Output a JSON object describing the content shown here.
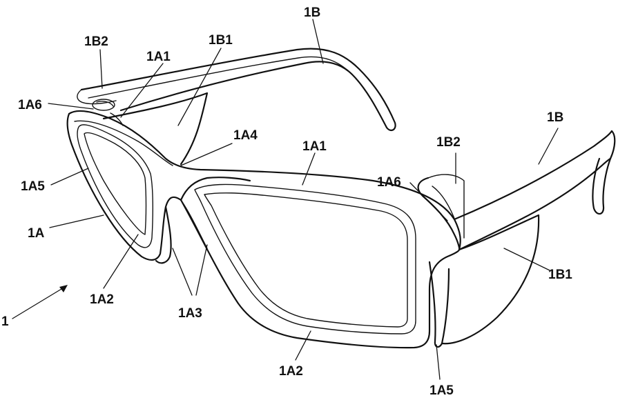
{
  "labels": {
    "ref_1": "1",
    "ref_1A": "1A",
    "ref_1A1_left": "1A1",
    "ref_1A1_right": "1A1",
    "ref_1A2_left": "1A2",
    "ref_1A2_right": "1A2",
    "ref_1A3": "1A3",
    "ref_1A4": "1A4",
    "ref_1A5_left": "1A5",
    "ref_1A5_right": "1A5",
    "ref_1A6_left": "1A6",
    "ref_1A6_right": "1A6",
    "ref_1B_left": "1B",
    "ref_1B_right": "1B",
    "ref_1B1_left": "1B1",
    "ref_1B1_right": "1B1",
    "ref_1B2_left": "1B2",
    "ref_1B2_right": "1B2"
  },
  "colors": {
    "line": "#111111",
    "background": "#ffffff"
  }
}
